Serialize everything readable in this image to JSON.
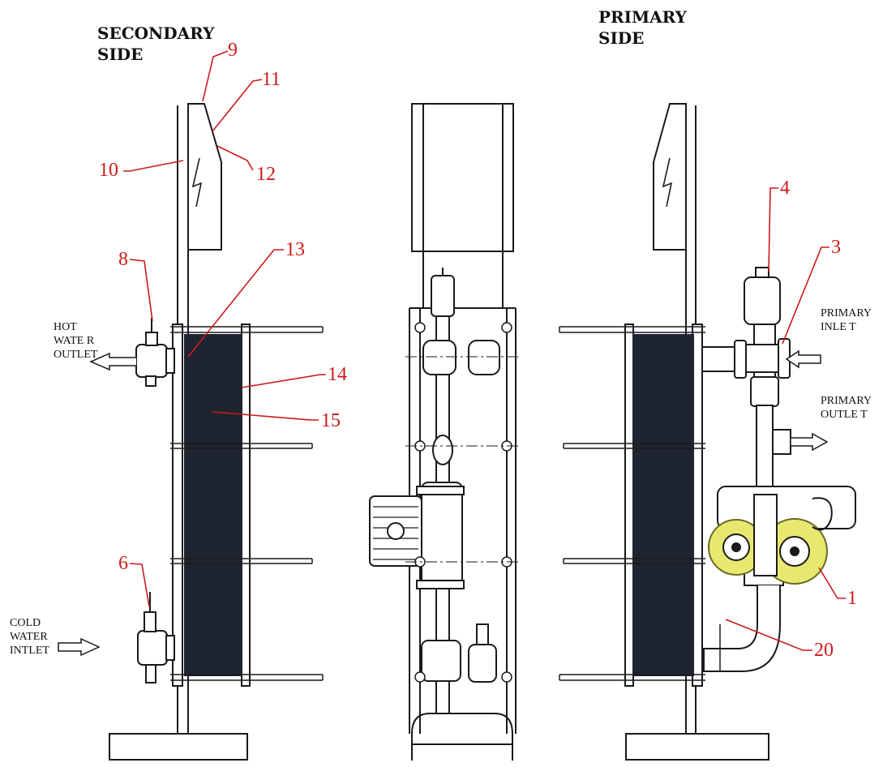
{
  "headings": {
    "secondary": "SECONDARY\nSIDE",
    "primary": "PRIMARY\nSIDE"
  },
  "flow_labels": {
    "hot_water_outlet": "HOT\nWATE R\nOUTLET",
    "cold_water_inlet": "COLD\nWATER\nINTLET",
    "primary_inlet": "PRIMARY\nINLE T",
    "primary_outlet": "PRIMARY\nOUTLE T"
  },
  "callouts": {
    "c1": "1",
    "c3": "3",
    "c4": "4",
    "c6": "6",
    "c8": "8",
    "c9": "9",
    "c10": "10",
    "c11": "11",
    "c12": "12",
    "c13": "13",
    "c14": "14",
    "c15": "15",
    "c20": "20"
  },
  "colors": {
    "line": "#1a1a1a",
    "plate_pack": "#1e2430",
    "callout": "#cc1a1a",
    "pump_highlight": "#e8e870"
  }
}
